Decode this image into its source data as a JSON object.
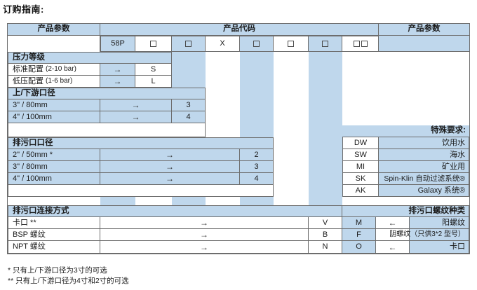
{
  "page": {
    "title": "订购指南:"
  },
  "table": {
    "header": {
      "left_param": "产品参数",
      "center_code": "产品代码",
      "right_param": "产品参数"
    },
    "code_row": {
      "model": "58P",
      "box": "□",
      "x": "X",
      "double_box": "□□"
    },
    "sections": [
      {
        "name": "pressure-rating",
        "heading": "压力等级",
        "rows": [
          {
            "label": "标准配置 (2-10 bar)",
            "label_main": "标准配置",
            "label_sub": "(2-10 bar)",
            "arrow": "→",
            "code": "S"
          },
          {
            "label": "低压配置 (1-6 bar)",
            "label_main": "低压配置",
            "label_sub": "(1-6 bar)",
            "arrow": "→",
            "code": "L"
          }
        ]
      },
      {
        "name": "inlet-outlet-diameter",
        "heading": "上/下游口径",
        "rows": [
          {
            "label": "3\" / 80mm",
            "arrow": "→",
            "code": "3"
          },
          {
            "label": "4\" / 100mm",
            "arrow": "→",
            "code": "4"
          }
        ]
      },
      {
        "name": "drain-port-diameter",
        "heading": "排污口口径",
        "rows": [
          {
            "label": "2\" / 50mm *",
            "arrow": "→",
            "code": "2"
          },
          {
            "label": "3\" / 80mm",
            "arrow": "→",
            "code": "3"
          },
          {
            "label": "4\" / 100mm",
            "arrow": "→",
            "code": "4"
          }
        ]
      },
      {
        "name": "drain-connection-type",
        "heading": "排污口连接方式",
        "rows": [
          {
            "label": "卡口 **",
            "arrow": "→",
            "code": "V"
          },
          {
            "label": "BSP 螺纹",
            "arrow": "→",
            "code": "B"
          },
          {
            "label": "NPT 螺纹",
            "arrow": "→",
            "code": "N"
          }
        ]
      }
    ],
    "special_requirements": {
      "heading": "特殊要求:",
      "rows": [
        {
          "code": "DW",
          "label": "饮用水"
        },
        {
          "code": "SW",
          "label": "海水"
        },
        {
          "code": "MI",
          "label": "矿业用"
        },
        {
          "code": "SK",
          "label": "Spin-Klin 自动过滤系统®"
        },
        {
          "code": "AK",
          "label": "Galaxy 系统®"
        }
      ]
    },
    "drain_thread_type": {
      "heading": "排污口螺纹种类",
      "rows": [
        {
          "code": "M",
          "arrow": "←",
          "label": "阳螺纹"
        },
        {
          "code": "F",
          "arrow": "←",
          "label": "阴螺纹（只供3*2 型号）"
        },
        {
          "code": "O",
          "arrow": "←",
          "label": "卡口"
        }
      ]
    }
  },
  "footnotes": [
    "*  只有上/下游口径为3寸的可选",
    "** 只有上/下游口径为4寸和2寸的可选"
  ],
  "colors": {
    "fill_blue": "#bfd7ec",
    "border": "#6d6d6d",
    "background": "#ffffff"
  }
}
